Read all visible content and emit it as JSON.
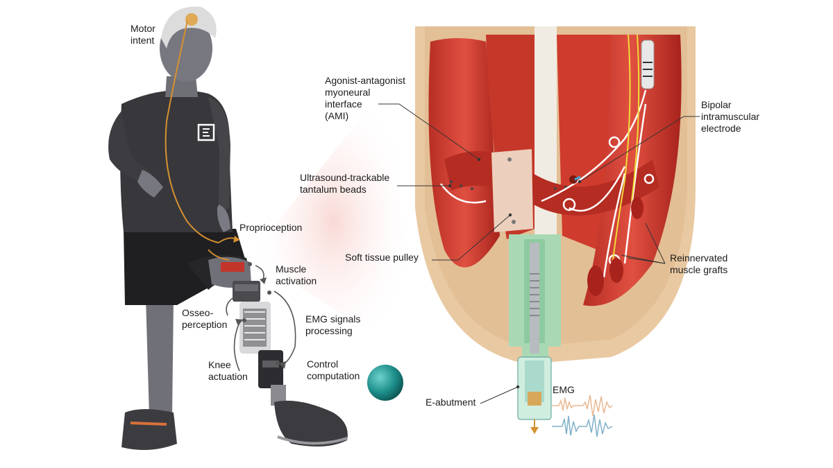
{
  "labels": {
    "motor_intent": "Motor\nintent",
    "proprioception": "Proprioception",
    "muscle_activation": "Muscle\nactivation",
    "osseoperception": "Osseo-\nperception",
    "emg_signals_processing": "EMG signals\nprocessing",
    "knee_actuation": "Knee\nactuation",
    "control_computation": "Control\ncomputation",
    "ami": "Agonist-antagonist\nmyoneural\ninterface\n(AMI)",
    "tantalum_beads": "Ultrasound-trackable\ntantalum beads",
    "soft_tissue_pulley": "Soft tissue pulley",
    "bipolar_electrode": "Bipolar\nintramuscular\nelectrode",
    "reinnervated_grafts": "Reinnervated\nmuscle grafts",
    "e_abutment": "E-abutment",
    "emg": "EMG"
  },
  "colors": {
    "skin": "#e9c9a2",
    "muscle": "#d23a2c",
    "muscle_dark": "#a7231c",
    "abutment": "#a9d9b4",
    "nerve": "#f2dc3a",
    "flow_arrow": "#d6912f",
    "emg_orange": "#e9b892",
    "emg_blue": "#7fb0c8",
    "body_gray": "#6f6f76",
    "shirt": "#3a3a3e",
    "ball": "#1e8f8c"
  },
  "icons": {
    "logo": "brand-logo-icon"
  }
}
